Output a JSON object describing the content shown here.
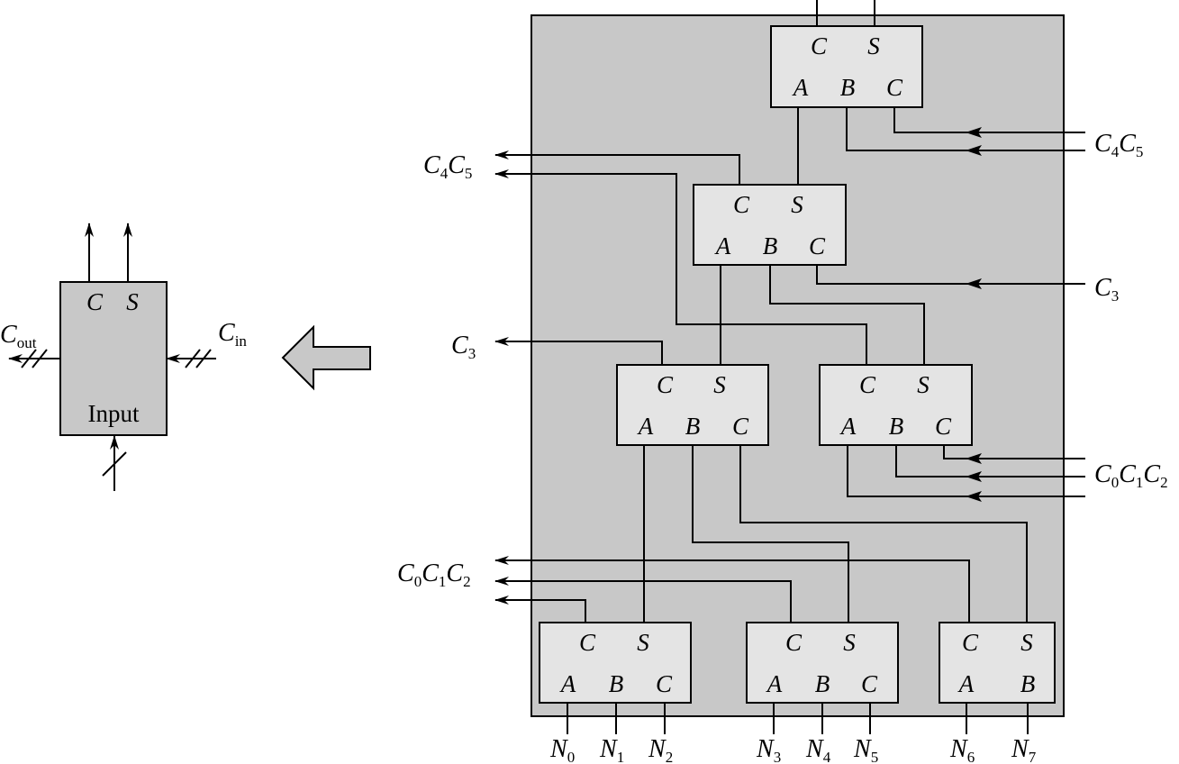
{
  "left_block": {
    "outputs": {
      "carry": "C",
      "sum": "S"
    },
    "body_label": "Input",
    "cout": {
      "main": "C",
      "sub": "out"
    },
    "cin": {
      "main": "C",
      "sub": "in"
    }
  },
  "adders": {
    "top": {
      "out_c": "C",
      "out_s": "S",
      "in_a": "A",
      "in_b": "B",
      "in_c": "C"
    },
    "upper": {
      "out_c": "C",
      "out_s": "S",
      "in_a": "A",
      "in_b": "B",
      "in_c": "C"
    },
    "mid_left": {
      "out_c": "C",
      "out_s": "S",
      "in_a": "A",
      "in_b": "B",
      "in_c": "C"
    },
    "mid_right": {
      "out_c": "C",
      "out_s": "S",
      "in_a": "A",
      "in_b": "B",
      "in_c": "C"
    },
    "bot_left": {
      "out_c": "C",
      "out_s": "S",
      "in_a": "A",
      "in_b": "B",
      "in_c": "C"
    },
    "bot_mid": {
      "out_c": "C",
      "out_s": "S",
      "in_a": "A",
      "in_b": "B",
      "in_c": "C"
    },
    "bot_right": {
      "out_c": "C",
      "out_s": "S",
      "in_a": "A",
      "in_b": "B"
    }
  },
  "carry_labels": {
    "left_c4c5": {
      "c": "C",
      "s1": "4",
      "s2": "5"
    },
    "right_c4c5": {
      "c": "C",
      "s1": "4",
      "s2": "5"
    },
    "left_c3": {
      "c": "C",
      "s1": "3"
    },
    "right_c3": {
      "c": "C",
      "s1": "3"
    },
    "left_c0c1c2": {
      "c": "C",
      "s1": "0",
      "s2": "1",
      "s3": "2"
    },
    "right_c0c1c2": {
      "c": "C",
      "s1": "0",
      "s2": "1",
      "s3": "2"
    }
  },
  "inputs": [
    {
      "n": "N",
      "sub": "0"
    },
    {
      "n": "N",
      "sub": "1"
    },
    {
      "n": "N",
      "sub": "2"
    },
    {
      "n": "N",
      "sub": "3"
    },
    {
      "n": "N",
      "sub": "4"
    },
    {
      "n": "N",
      "sub": "5"
    },
    {
      "n": "N",
      "sub": "6"
    },
    {
      "n": "N",
      "sub": "7"
    }
  ]
}
